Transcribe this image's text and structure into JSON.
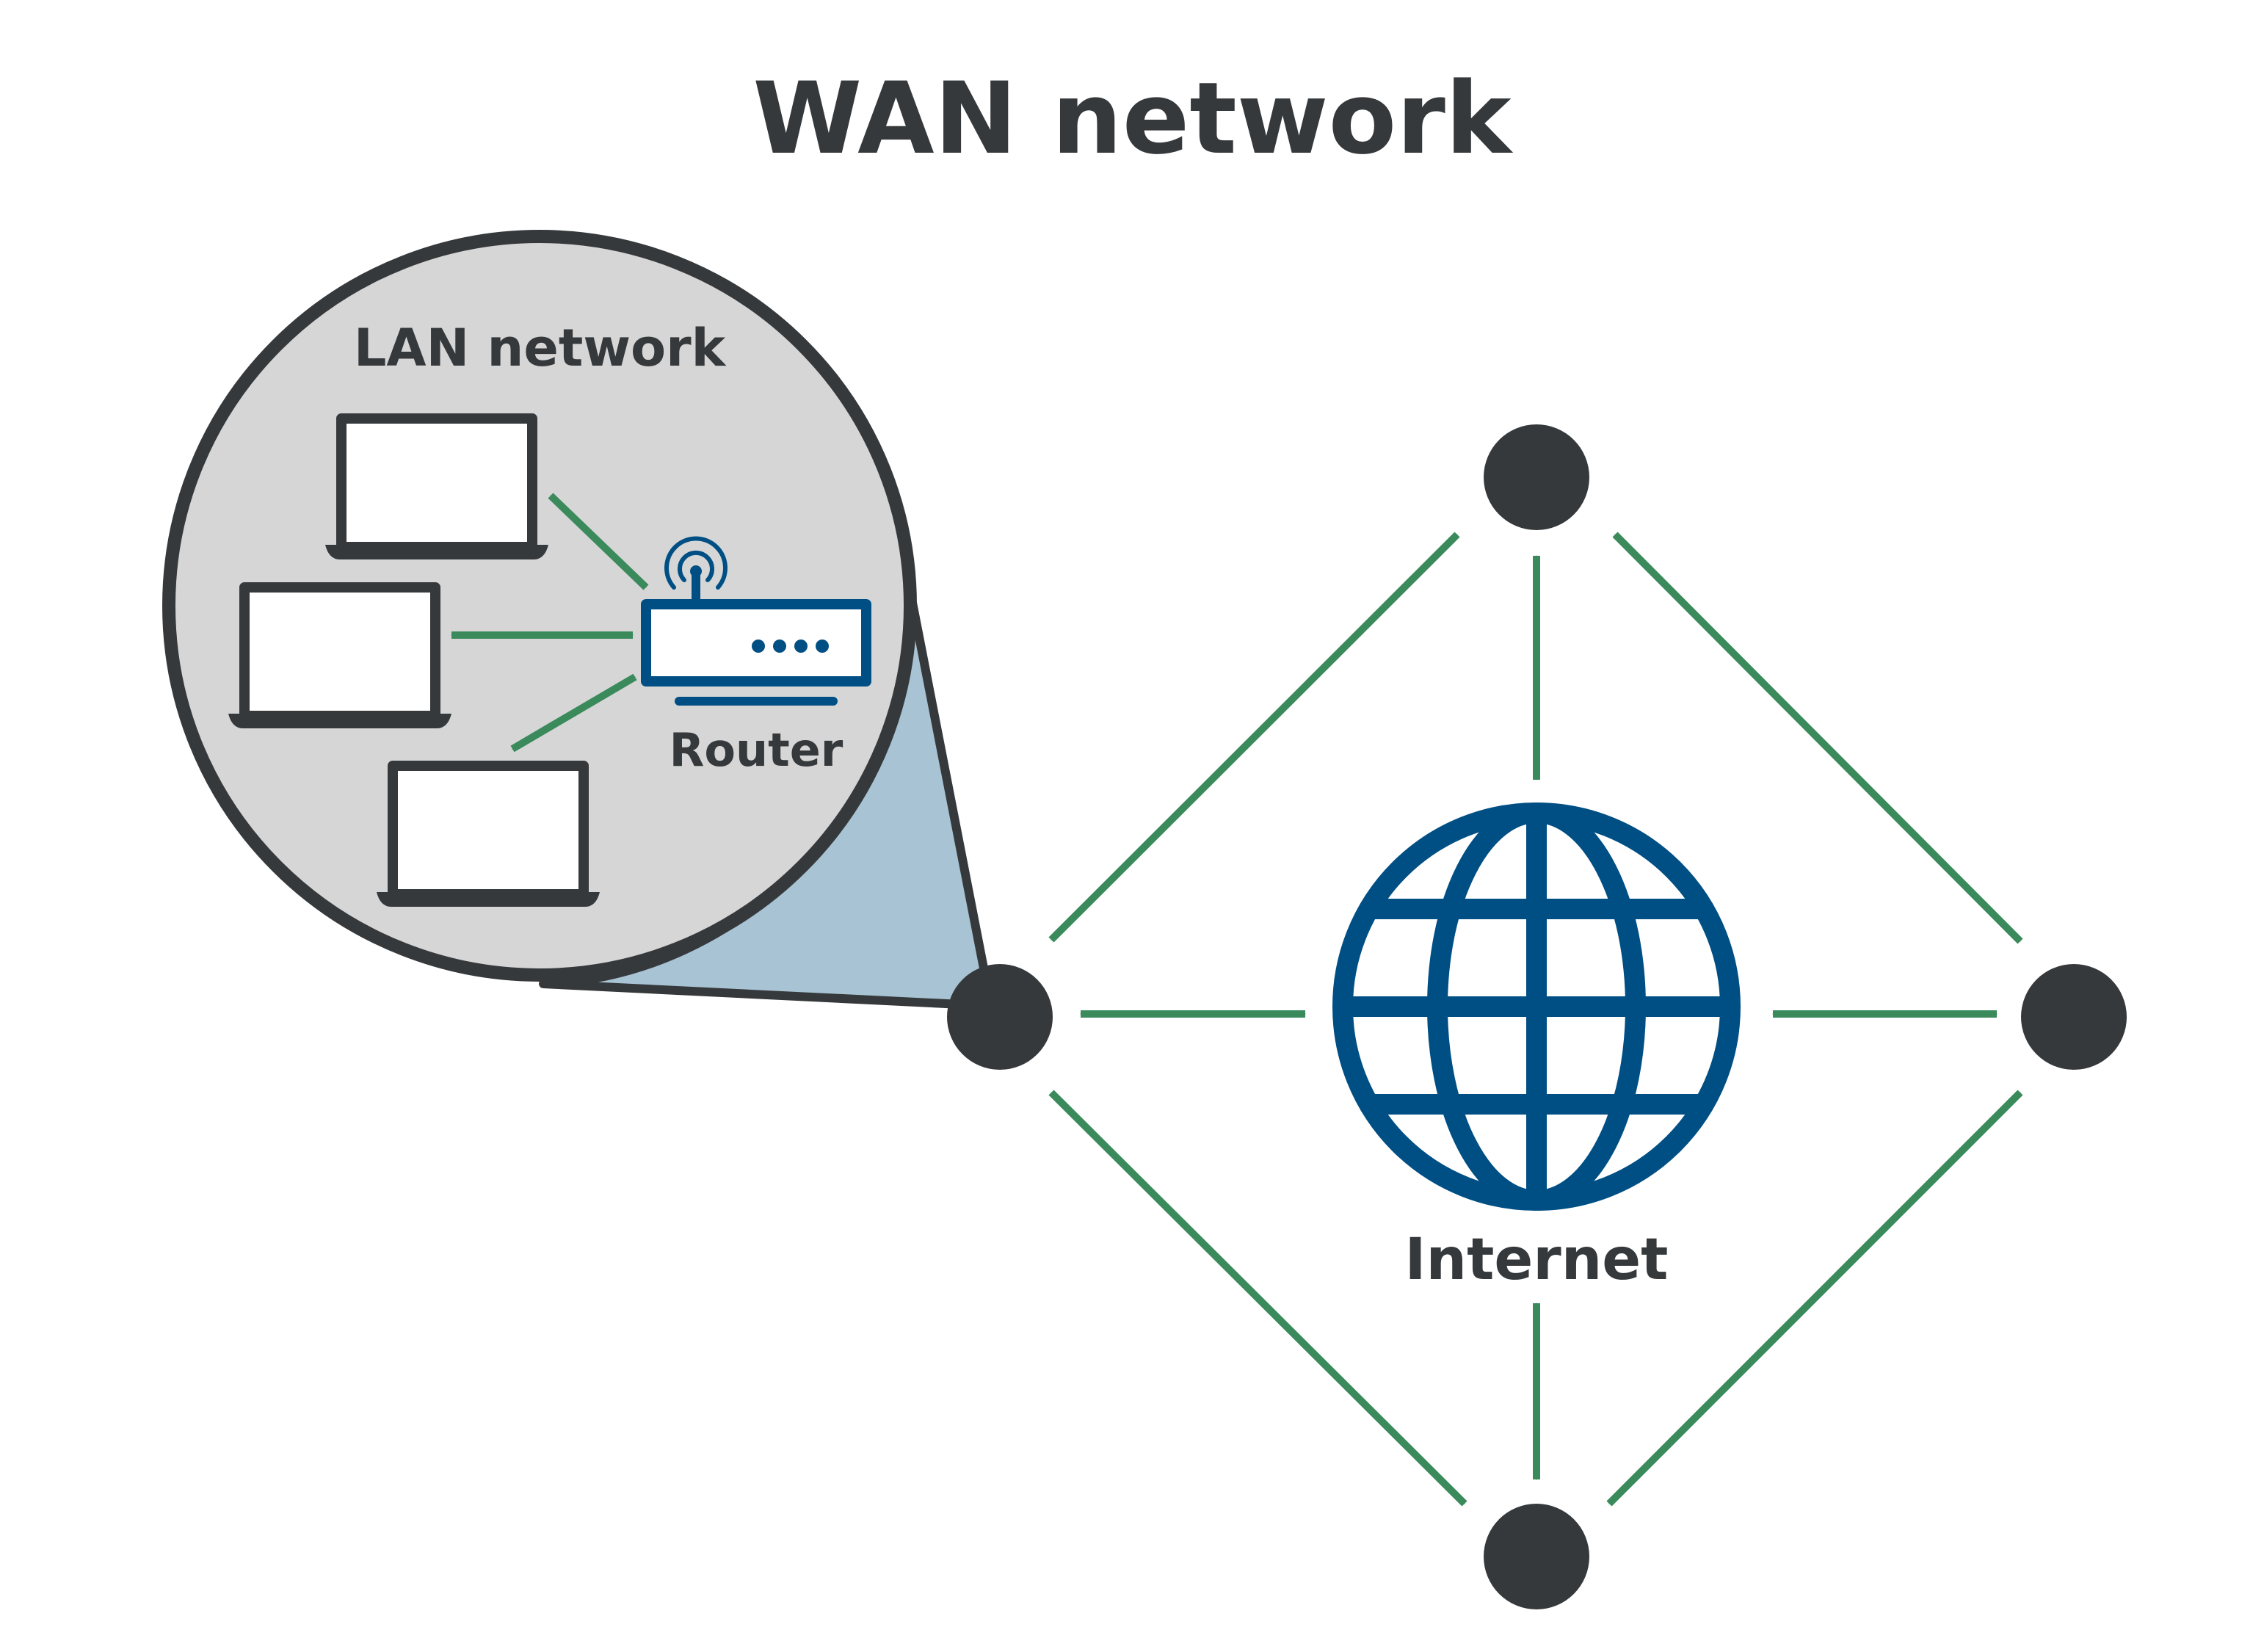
{
  "title": "WAN network",
  "lan": {
    "label": "LAN network",
    "router_label": "Router"
  },
  "internet_label": "Internet",
  "colors": {
    "node": "#36393b",
    "arrow": "#3a8a5c",
    "router_globe": "#004f84",
    "bubble_fill": "#d6d6d6",
    "wedge_fill": "#a8c3d4",
    "outline": "#36393b"
  }
}
